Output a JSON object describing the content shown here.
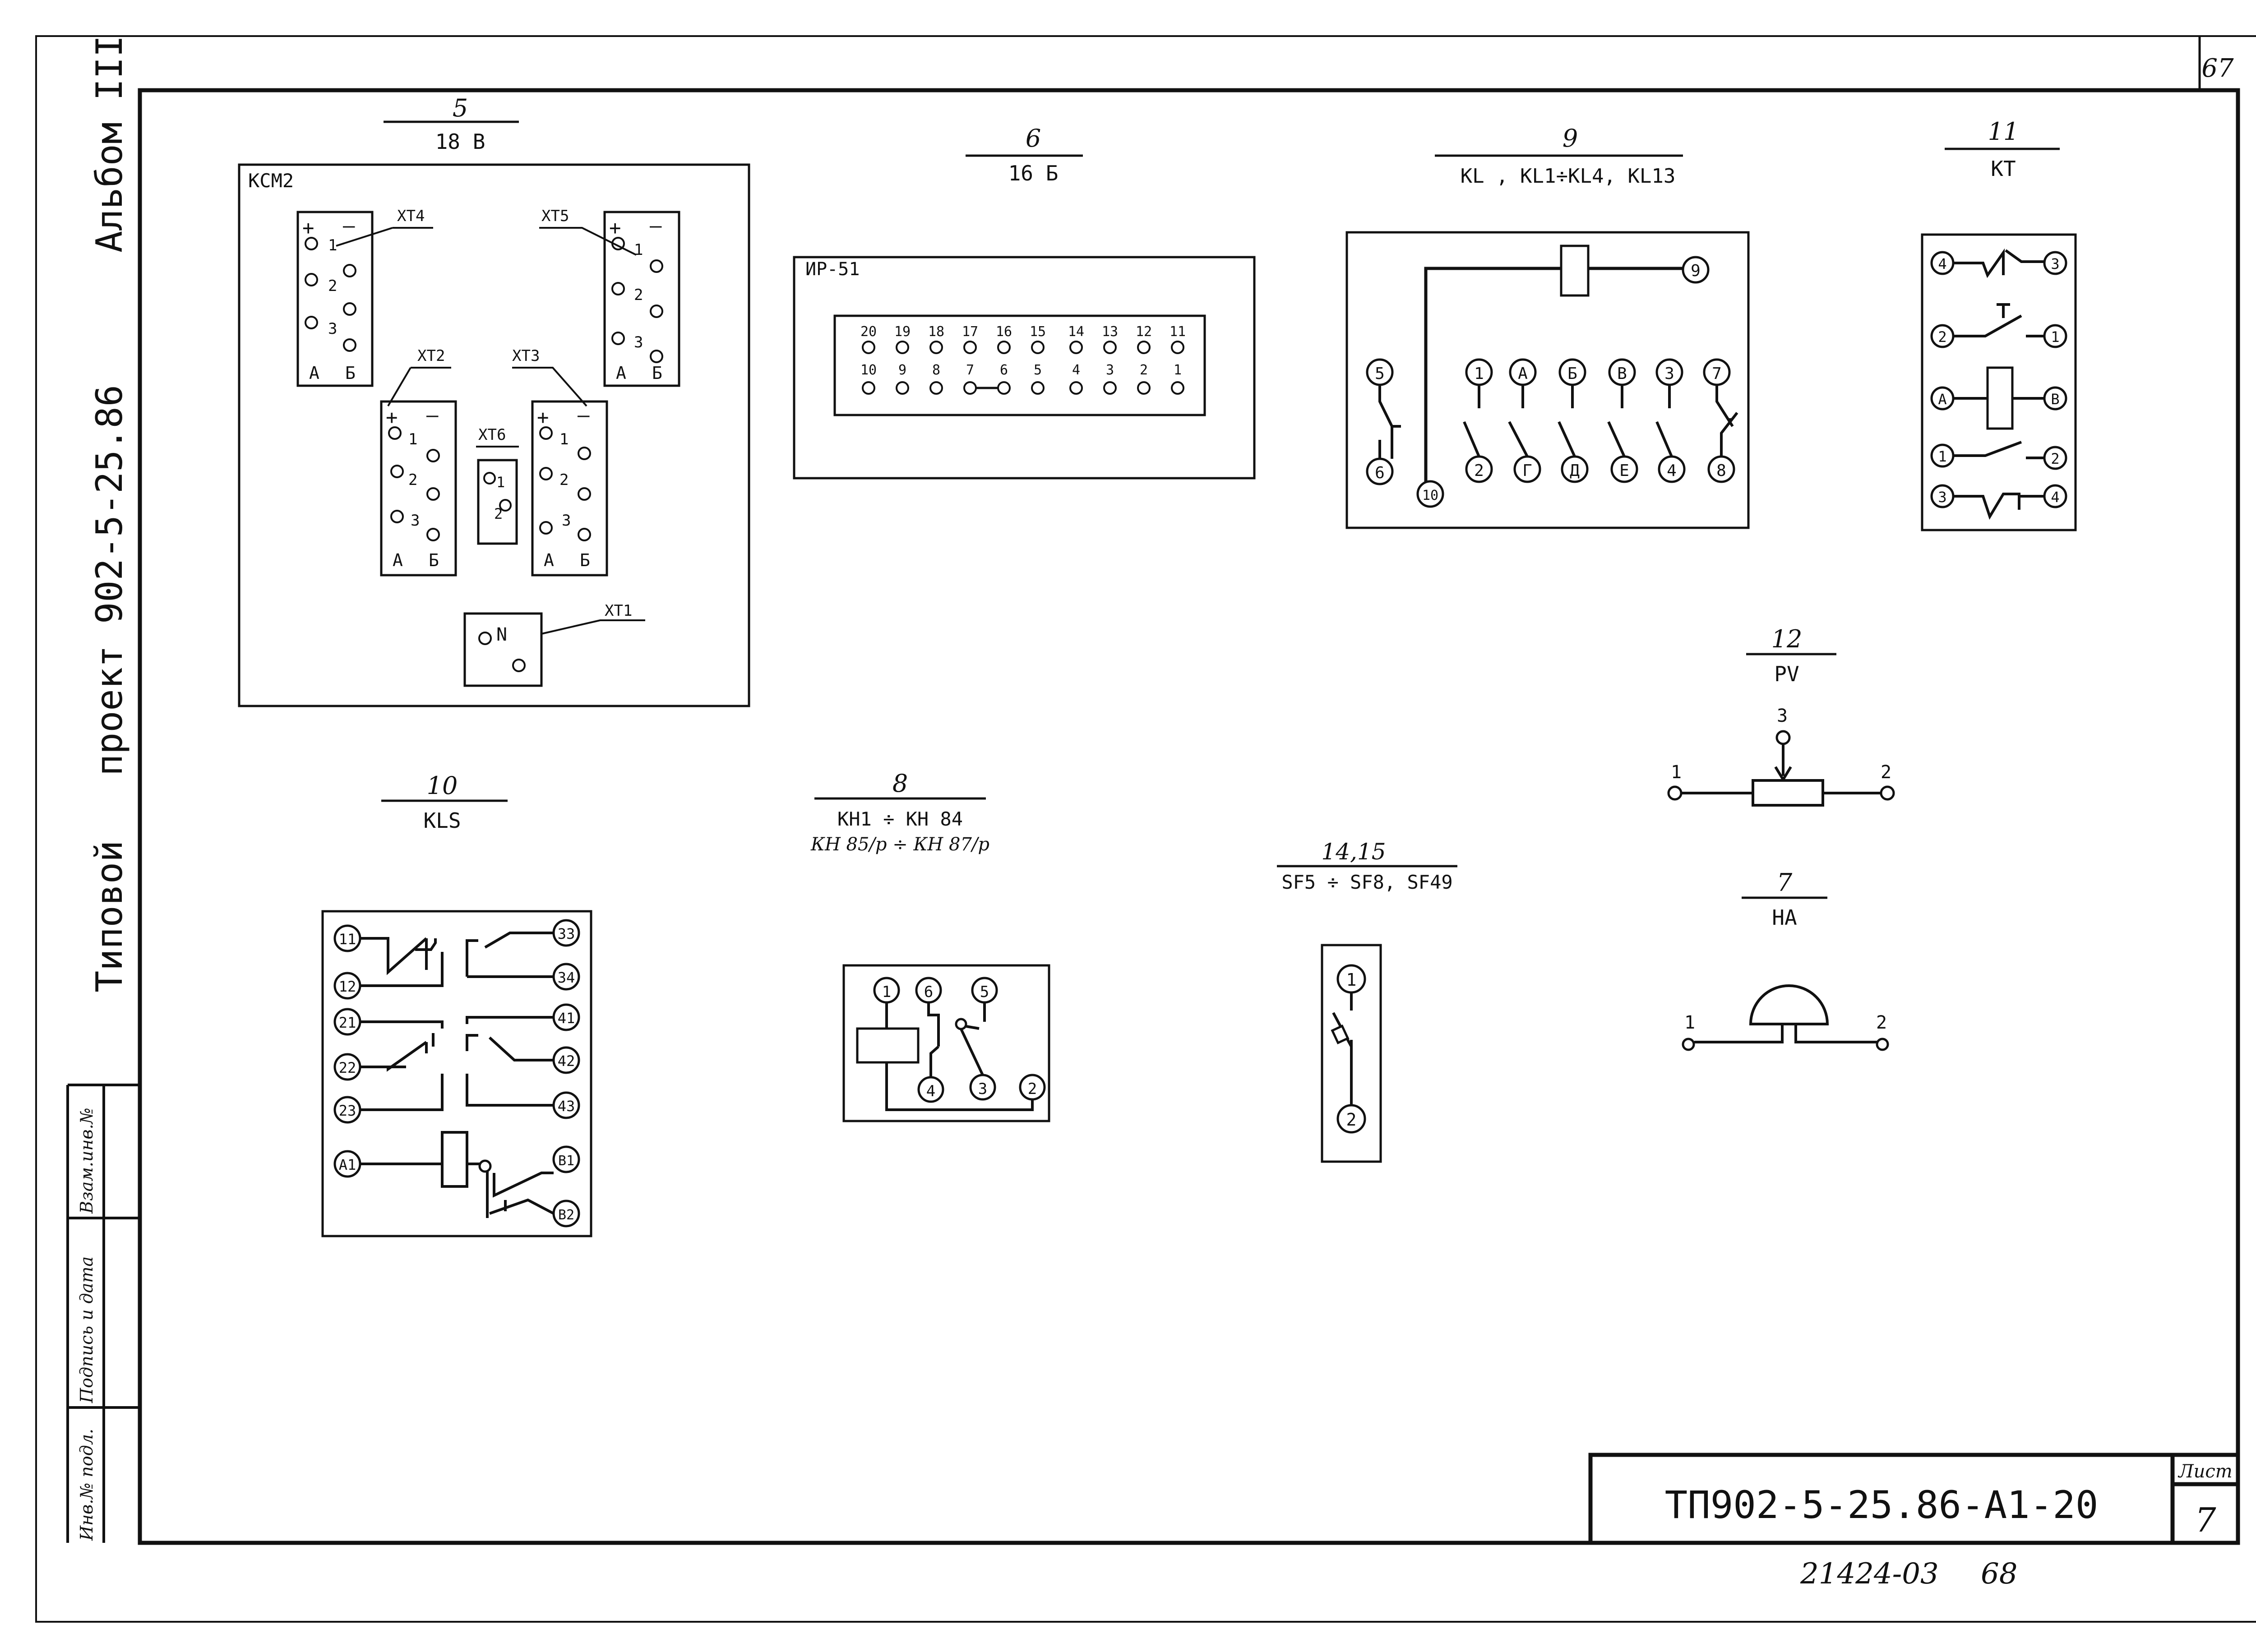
{
  "sheet_corner": "67",
  "sheet_label": "Лист",
  "sheet_number": "7",
  "code": "ТП902-5-25.86-А1-20",
  "bottom_note": "21424-03",
  "bottom_note_num": "68",
  "side": {
    "album": "Альбом III",
    "project": "проект 902-5-25.86",
    "typical": "Типовой",
    "stamp_cells": [
      "Инв.№ подл.",
      "Подпись и дата",
      "Взам.инв.№"
    ]
  },
  "blocks": {
    "b5": {
      "num": "5",
      "sub": "18 В",
      "device": "КСМ2",
      "xt4": "ХТ4",
      "xt5": "ХТ5",
      "xt2": "ХТ2",
      "xt3": "ХТ3",
      "xt6": "ХТ6",
      "xt1": "ХТ1",
      "plus": "+",
      "minus": "—",
      "n": "N",
      "a": "А",
      "b": "Б",
      "t1": "1",
      "t2": "2",
      "t3": "3"
    },
    "b6": {
      "num": "6",
      "sub": "16 Б",
      "device": "ИР-51",
      "top": [
        "20",
        "19",
        "18",
        "17",
        "16",
        "15",
        "14",
        "13",
        "12",
        "11"
      ],
      "bottom": [
        "10",
        "9",
        "8",
        "7",
        "6",
        "5",
        "4",
        "3",
        "2",
        "1"
      ]
    },
    "b9": {
      "num": "9",
      "sub": "KL , KL1÷KL4, KL13",
      "top": [
        "5",
        "1",
        "А",
        "Б",
        "В",
        "3",
        "7"
      ],
      "bottom": [
        "6",
        "10",
        "2",
        "Г",
        "Д",
        "Е",
        "4",
        "8"
      ],
      "coil_term": "9"
    },
    "b11": {
      "num": "11",
      "sub": "КТ",
      "pins": [
        "4",
        "3",
        "2",
        "1",
        "А",
        "В",
        "1",
        "2",
        "3",
        "4"
      ]
    },
    "b12": {
      "num": "12",
      "sub": "PV",
      "p1": "1",
      "p2": "2",
      "p3": "3"
    },
    "b10": {
      "num": "10",
      "sub": "KLS",
      "right": [
        "33",
        "34",
        "41",
        "42",
        "43",
        "В1",
        "В2"
      ],
      "left": [
        "11",
        "12",
        "21",
        "22",
        "23",
        "А1"
      ]
    },
    "b8": {
      "num": "8",
      "sub1": "КН1 ÷ КН 84",
      "sub2": "КН 85/р ÷ КН 87/р",
      "top": [
        "1",
        "6",
        "5"
      ],
      "bottom": [
        "4",
        "3",
        "2"
      ]
    },
    "b14": {
      "num": "14,15",
      "sub": "SF5 ÷ SF8, SF49",
      "p1": "1",
      "p2": "2"
    },
    "b7": {
      "num": "7",
      "sub": "НА",
      "p1": "1",
      "p2": "2"
    }
  }
}
